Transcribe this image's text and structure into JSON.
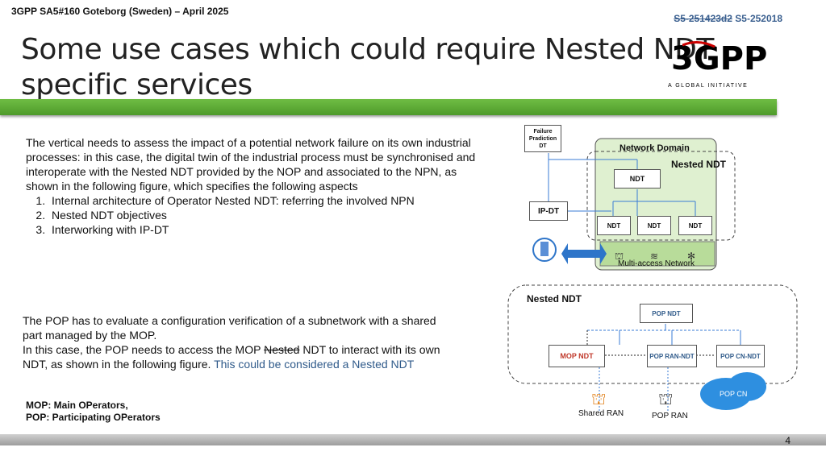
{
  "header": {
    "meeting": "3GPP SA5#160 Goteborg (Sweden) – April 2025",
    "doc_old": "S5-251423d2",
    "doc_new": "S5-252018"
  },
  "slide": {
    "title_line1": "Some use cases which could require Nested NDT",
    "title_line2": "specific services",
    "page_number": "4"
  },
  "logo": {
    "tagline": "A GLOBAL INITIATIVE"
  },
  "paragraph1": {
    "intro": "The vertical needs to assess the impact of a potential network failure on its own industrial processes: in this case, the digital twin of the industrial process must be synchronised and interoperate with the Nested NDT provided by the NOP and associated to the NPN, as shown in the following figure, which specifies the following aspects",
    "items": [
      "Internal architecture of Operator Nested NDT: referring the involved NPN",
      "Nested NDT objectives",
      "Interworking with IP-DT"
    ]
  },
  "paragraph2": {
    "line1": "The POP has to evaluate a configuration verification of a subnetwork with a shared part managed by the MOP.",
    "line2_pre": "In this case, the POP needs to access the MOP ",
    "line2_strike": "Nested",
    "line2_post": " NDT to interact with its own NDT, as shown in the following figure. ",
    "line2_blue": "This could be considered a Nested NDT"
  },
  "abbrev": {
    "mop": "MOP: Main OPerators,",
    "pop": "POP: Participating OPerators"
  },
  "diagram1": {
    "failure_dt": "Failure Pradiction DT",
    "network_domain": "Network Domain",
    "nested_ndt": "Nested NDT",
    "ndt_top": "NDT",
    "ip_dt": "IP-DT",
    "ndt_a": "NDT",
    "ndt_b": "NDT",
    "ndt_c": "NDT",
    "multi_access": "Multi-access Network"
  },
  "diagram2": {
    "nested_ndt": "Nested NDT",
    "pop_ndt": "POP NDT",
    "mop_ndt": "MOP NDT",
    "pop_ran_ndt": "POP RAN-NDT",
    "pop_cn_ndt": "POP CN-NDT",
    "pop_cn": "POP CN",
    "shared_ran": "Shared RAN",
    "pop_ran": "POP RAN"
  },
  "colors": {
    "green_bar": "#5aaa33",
    "network_domain_fill": "#dff0d0",
    "mop_text": "#c0392b",
    "cloud": "#2e8fe0",
    "arrow": "#2e75c9"
  }
}
